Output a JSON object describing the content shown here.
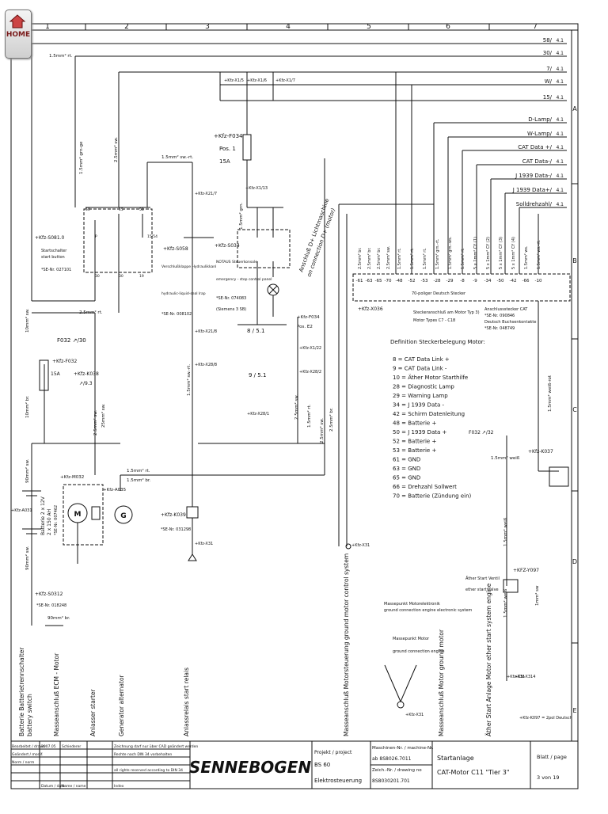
{
  "nav": {
    "home_label": "HOME"
  },
  "columns": [
    "1",
    "2",
    "3",
    "4",
    "5",
    "6",
    "7"
  ],
  "rows": [
    "A",
    "B",
    "C",
    "D",
    "E"
  ],
  "rails": [
    {
      "label": "58/",
      "ref": "4.1"
    },
    {
      "label": "30/",
      "ref": "4.1"
    },
    {
      "label": "7/",
      "ref": "4.1"
    },
    {
      "label": "W/",
      "ref": "4.1"
    },
    {
      "label": "15/",
      "ref": "4.1"
    }
  ],
  "signals": [
    {
      "label": "D-Lamp/",
      "ref": "4.1"
    },
    {
      "label": "W-Lamp/",
      "ref": "4.1"
    },
    {
      "label": "CAT Data +/",
      "ref": "4.1"
    },
    {
      "label": "CAT Data-/",
      "ref": "4.1"
    },
    {
      "label": "J 1939 Data-/",
      "ref": "4.1"
    },
    {
      "label": "J 1939 Data+/",
      "ref": "4.1"
    },
    {
      "label": "Solldrehzahl/",
      "ref": "4.1"
    }
  ],
  "wire_labels": [
    "1.5mm² rt.",
    "1.5mm² grn-ge",
    "2.5mm² sw.",
    "1.5mm² sw.-rt.",
    "2.5mm² rt.",
    "10mm² sw.",
    "10mm² br.",
    "2.5mm² sw.",
    "25mm² sw.",
    "1.5mm² sw.-rt.",
    "1.5mm² rt.",
    "1.5mm² br.",
    "1.5mm² grn.",
    "2.5mm² sw.",
    "2.5mm² br.",
    "2.5mm² sw.",
    "1.5mm² rt.",
    "90mm² sw.",
    "90mm² sw.",
    "90mm² br.",
    "1.5mm² weiß-rot",
    "1.5mm² weiß",
    "1.5mm² weiß",
    "1mm² sw",
    "1.5mm² weiß"
  ],
  "plug_wires": [
    "2.5mm² br.",
    "2.5mm² br.",
    "2.5mm² br.",
    "2.5mm² sw.",
    "1.5mm² rt.",
    "1.5mm² rt.",
    "1.5mm² rt.",
    "1.5mm² grn.-rt.",
    "1.5mm² grn.-ws.",
    "1.5mm² rt.",
    "5 x 1mm² CY (1)",
    "5 x 1mm² CY (2)",
    "5 x 1mm² CY (3)",
    "5 x 1mm² CY (4)",
    "1.5mm² ws.",
    "1.5mm² ws.-rt."
  ],
  "plug_pins": [
    "-61",
    "-63",
    "-65",
    "-70",
    "-48",
    "-52",
    "-53",
    "-28",
    "-29",
    "-8",
    "-9",
    "-34",
    "-50",
    "-42",
    "-66",
    "-10"
  ],
  "plug": {
    "tag": "+Kfz-X036",
    "name": "70-poliger Deutsch Stecker",
    "connector_de": "Steckeranschluß am Motor Typ 3)",
    "connector_en": "Motor Types C7 - C18",
    "cat_de": "Anschlussstecker CAT",
    "cat_se": "*SE-Nr. 090846",
    "cat_bushing": "Deutsch Buchsenkontakte",
    "cat_se2": "*SE-Nr. 048749"
  },
  "pin_assignment": {
    "title": "Definition Steckerbelegung Motor:",
    "entries": [
      "8 = CAT Data Link +",
      "9 = CAT Data Link -",
      "10 = Äther Motor Starthilfe",
      "28 = Diagnostic Lamp",
      "29 = Warning Lamp",
      "34 = J 1939 Data -",
      "42 = Schirm Datenleitung",
      "48 = Batterie +",
      "50 = J 1939 Data +",
      "52 = Batterie +",
      "53 = Batterie +",
      "61 = GND",
      "63 = GND",
      "65 = GND",
      "66 = Drehzahl Sollwert",
      "70 = Batterie (Zündung ein)"
    ]
  },
  "components": {
    "start_switch": {
      "tag": "+Kfz-S081.0",
      "name_de": "Startschalter",
      "name_en": "start button",
      "se": "*SE-Nr. 027101"
    },
    "switch_contacts": [
      "50",
      "15",
      "30",
      "58",
      "15/54",
      "P",
      "30",
      "19"
    ],
    "hydraulic_lock": {
      "tag": "+Kfz-S058",
      "name_de": "Verschlußklappe Hydraulikkanl",
      "name_en": "hydraulic-liquid-seal lrap",
      "se": "*SE-Nr. 008102"
    },
    "emergency_stop": {
      "tag": "+Kfz-S034",
      "name_de": "NOTAUS Steuerkonsole",
      "name_en": "emergency - stop control panel",
      "se": "*SE-Nr. 074083",
      "extra": "(Siemens 3 SB)"
    },
    "fuse_main": {
      "tag": "+Kfz-F034",
      "pos": "Pos. 1",
      "rating": "15A"
    },
    "fuse_f032": {
      "tag": "+Kfz-F032",
      "rating": "15A",
      "ref": "F032 ↗/30"
    },
    "fuse_f034b": {
      "tag": "+Kfz-F034",
      "pos": "Pos. E2"
    },
    "relay_k039": {
      "tag": "+Kfz-K039",
      "se": "*SE-Nr. 031298"
    },
    "relay_k038": {
      "tag": "+Kfz-K038",
      "ref": "↗/9.3"
    },
    "relay_k037": {
      "tag": "+Kfz-K037"
    },
    "battery_switch": {
      "tag": "+Kfz-S0312",
      "se": "*SE-Nr. 018248"
    },
    "battery": {
      "tag": "+Kfz-A031",
      "spec": "Batterie 2 x 12V",
      "spec2": "2 x 150 AH",
      "se": "*SE-Nr. 007462"
    },
    "motor_starter": {
      "tag": "+Kfz-M032",
      "symbol": "M"
    },
    "alternator": {
      "tag": "+Kfz-A035",
      "symbol": "G"
    },
    "ether_valve": {
      "tag": "+KFZ-Y097",
      "name_de": "Äther Start Ventil",
      "name_en": "ether start valve"
    },
    "connection_lamp": "8 / 5.1",
    "ref_91": "9 / 5.1",
    "f032_ref": "F032 ↗/32",
    "d_plus": "Anschluß D+ Lichtmaschine",
    "d_plus_en": "on connection D+ (motor)",
    "ground_electronic_de": "Massepunkt Motorelektronik",
    "ground_electronic_en": "ground connection engine electronic system",
    "ground_motor_de": "Massepunkt Motor",
    "ground_motor_en": "ground connection engine",
    "deutsch_note": "+Kfz-K097 = 2pol Deutsch"
  },
  "terminals": [
    "+Kfz-X1/5",
    "+Kfz-X1/6",
    "+Kfz-X1/7",
    "+Kfz-X21/7",
    "+Kfz-X1/13",
    "+Kfz-X21/8",
    "+Kfz-X28/8",
    "+Kfz-X28/1",
    "+Kfz-X1/22",
    "+Kfz-X28/2",
    "+Kfz-X31",
    "+Kfz-X31",
    "+Kfz-X31",
    "+Kfz-X31",
    "+Kfz-X314"
  ],
  "bottom_labels": [
    "Batterie Batterietrennschalter",
    "battery switch",
    "Masseanschluß ECM - Motor",
    "Anlasser starter",
    "Generator alternator",
    "Anlassrelais start relais",
    "Masseanschluß Motorsteuerung ground motor control system",
    "Masseanschluß Motor ground motor",
    "Äther Start Anlage Motor ether start system engine"
  ],
  "title_block": {
    "rows": [
      {
        "k": "Bearbeitet / drawn",
        "date": "2007.05",
        "name": "Schiederer"
      },
      {
        "k": "Geändert / modif.",
        "date": "",
        "name": ""
      },
      {
        "k": "Norm / norm",
        "date": "",
        "name": ""
      }
    ],
    "col_date": "Datum / date",
    "col_name": "Name / name",
    "notice_de": "Zeichnung darf nur über CAD geändert werden",
    "notice_de2": "Rechte nach DIN 34 vorbehalten",
    "notice_en": "all rights reserved according to DIN 34",
    "index": "Index",
    "logo": "SENNEBOGEN",
    "project_label": "Projekt / project",
    "project_value": "BS 60",
    "project_name": "Elektrosteuerung",
    "machine_label": "Maschinen-Nr. / machine-Nr.",
    "machine_value": "ab 8S8026.7011",
    "drawing_label": "Zeich.-Nr. / drawing no",
    "drawing_value": "8S8030201.701",
    "desc1": "Startanlage",
    "desc2": "CAT-Motor C11  \"Tier 3\"",
    "page_label": "Blatt / page",
    "page_value": "3 von 19"
  }
}
